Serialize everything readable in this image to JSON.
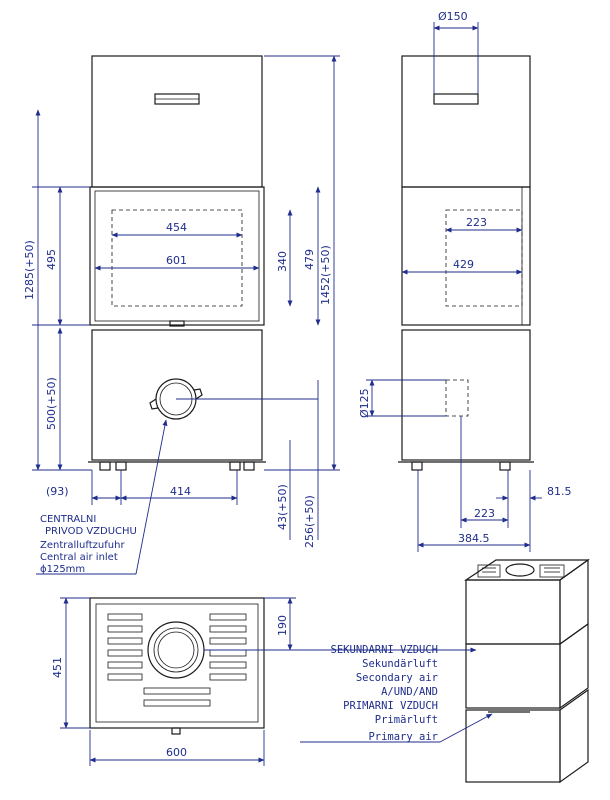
{
  "dimensions": {
    "front_total_height": "1452(+50)",
    "front_body_height": "1285(+50)",
    "front_glass_height": "495",
    "front_base_height": "500(+50)",
    "front_opening_height": "479",
    "front_inner_height": "340",
    "front_inner_width_top": "454",
    "front_inner_width": "601",
    "left_offset": "(93)",
    "foot_spacing": "414",
    "foot_height_a": "43(+50)",
    "foot_height_b": "256(+50)",
    "flue_diameter": "Ø150",
    "side_inner_width": "223",
    "side_opening_width": "429",
    "air_inlet_diameter": "Ø125",
    "side_foot_offset": "81.5",
    "side_foot_spacing": "223",
    "side_total_depth": "384.5",
    "top_view_width": "600",
    "top_view_depth": "451",
    "top_view_offset": "190"
  },
  "labels": {
    "central_inlet": [
      "CENTRALNI",
      "PRIVOD VZDUCHU",
      "Zentralluftzufuhr",
      "Central air inlet",
      "ϕ125mm"
    ],
    "air_legend": [
      "SEKUNDARNI VZDUCH",
      "Sekundärluft",
      "Secondary air",
      "A/UND/AND",
      "PRIMARNI VZDUCH",
      "Primärluft",
      "Primary air"
    ]
  }
}
